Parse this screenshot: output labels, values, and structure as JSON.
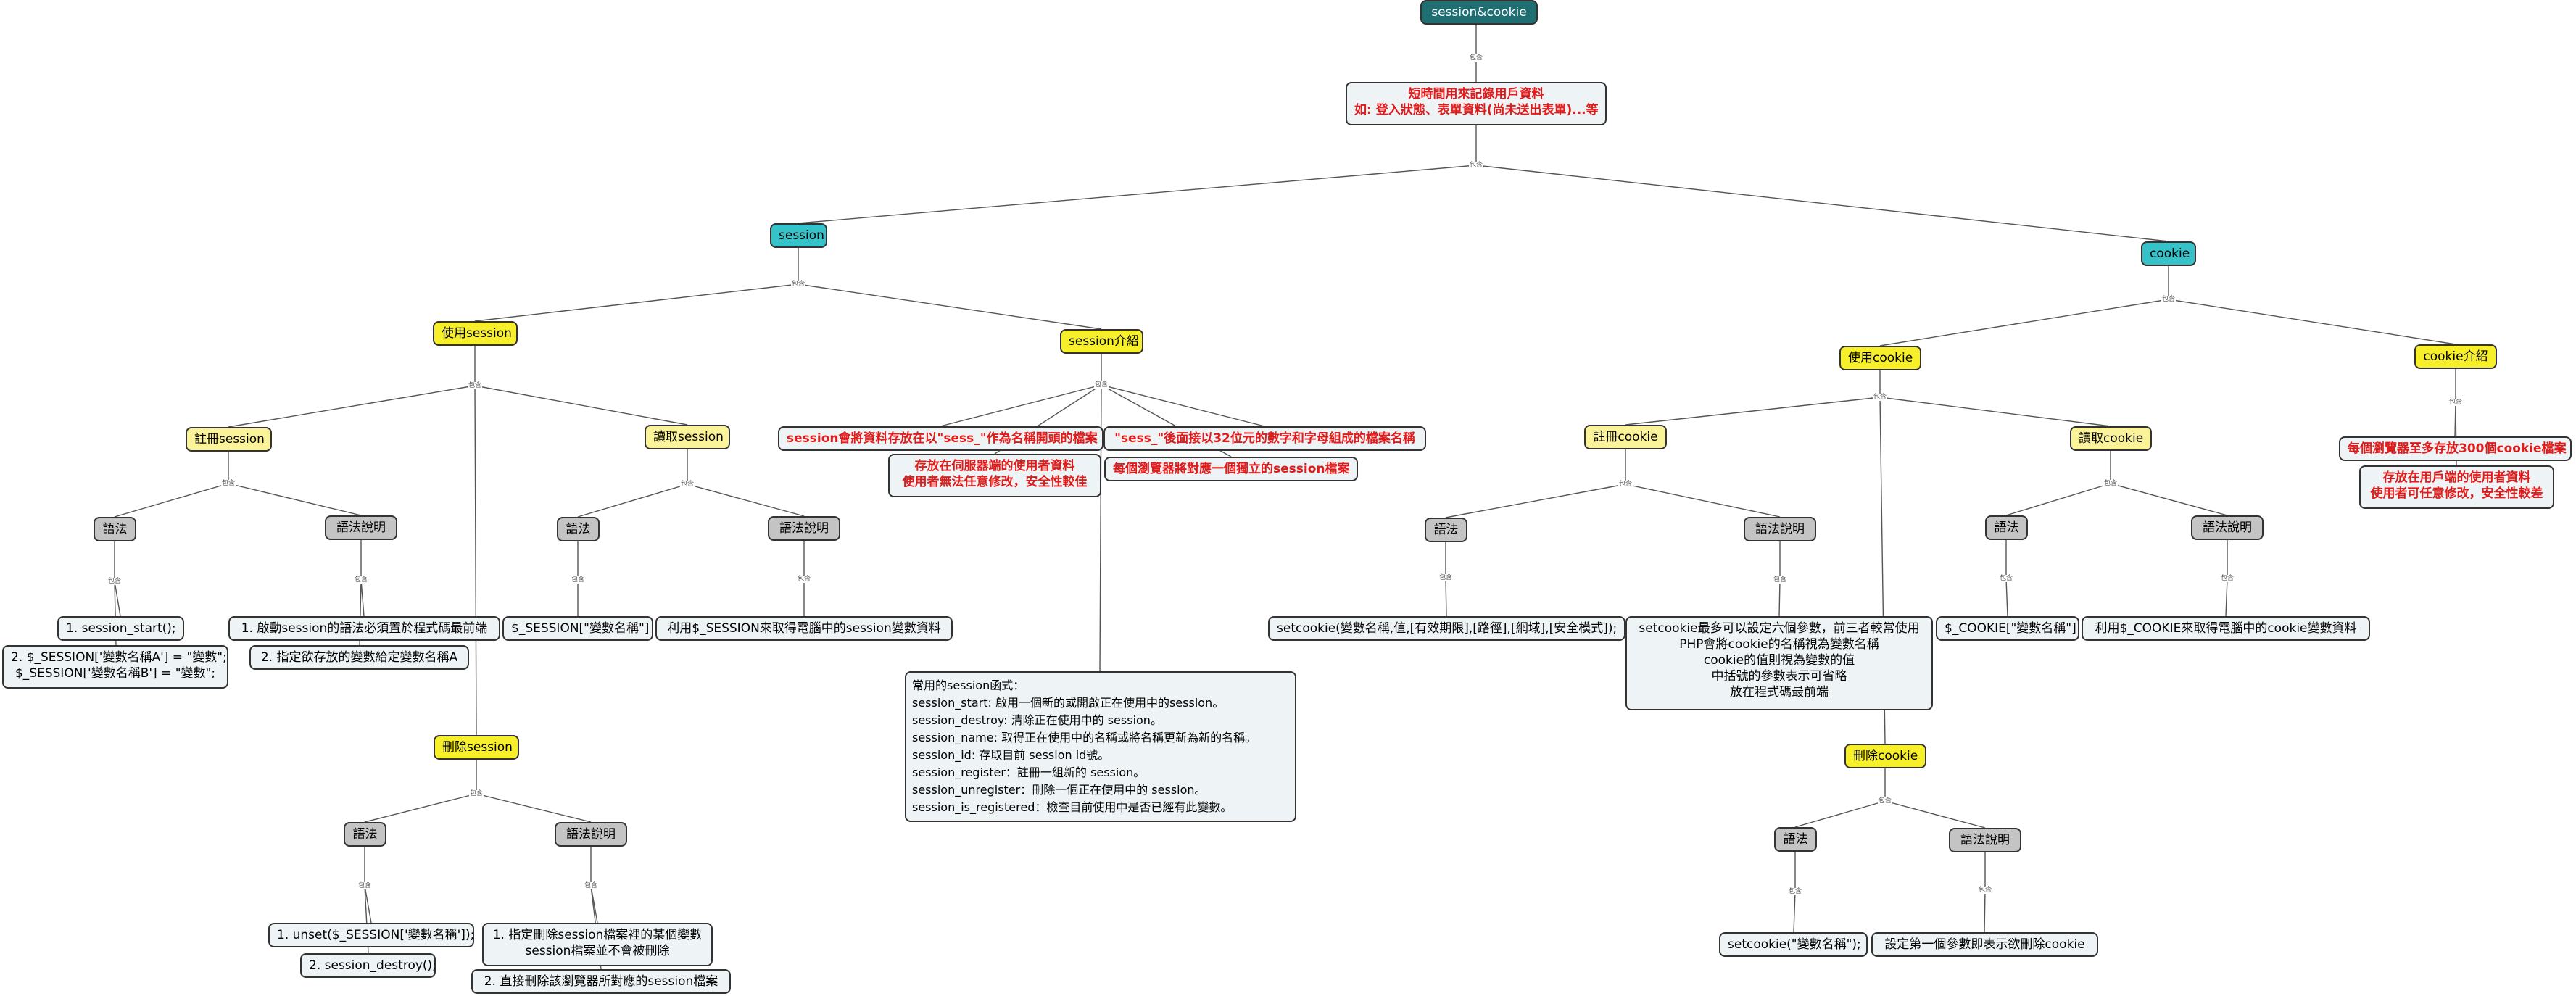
{
  "edge_label": "包含",
  "nodes": {
    "root": "session&cookie",
    "intro": [
      "短時間用來記錄用戶資料",
      "如: 登入狀態、表單資料(尚未送出表單)...等"
    ],
    "session": "session",
    "cookie": "cookie",
    "use_session": "使用session",
    "session_intro": "session介紹",
    "register_session": "註冊session",
    "read_session": "讀取session",
    "delete_session": "刪除session",
    "syntax": "語法",
    "syntax_desc": "語法說明",
    "reg_syntax_1": "1. session_start();",
    "reg_syntax_2": [
      "2. $_SESSION['變數名稱A'] = \"變數\";",
      "$_SESSION['變數名稱B'] = \"變數\";"
    ],
    "reg_desc_1": "1. 啟動session的語法必須置於程式碼最前端",
    "reg_desc_2": "2. 指定欲存放的變數給定變數名稱A",
    "read_syntax": "$_SESSION[\"變數名稱\"]",
    "read_desc": "利用$_SESSION來取得電腦中的session變數資料",
    "del_syntax_1": "1. unset($_SESSION['變數名稱']);",
    "del_syntax_2": "2. session_destroy();",
    "del_desc_1": [
      "1. 指定刪除session檔案裡的某個變數",
      "session檔案並不會被刪除"
    ],
    "del_desc_2": "2. 直接刪除該瀏覽器所對應的session檔案",
    "intro_a": "session會將資料存放在以\"sess_\"作為名稱開頭的檔案",
    "intro_b": "\"sess_\"後面接以32位元的數字和字母組成的檔案名稱",
    "intro_c": [
      "存放在伺服器端的使用者資料",
      "使用者無法任意修改，安全性較佳"
    ],
    "intro_d": "每個瀏覽器將對應一個獨立的session檔案",
    "common_funcs": [
      "常用的session函式：",
      "session_start: 啟用一個新的或開啟正在使用中的session。",
      "session_destroy: 清除正在使用中的 session。",
      "session_name: 取得正在使用中的名稱或將名稱更新為新的名稱。",
      "session_id: 存取目前 session id號。",
      "session_register：註冊一組新的 session。",
      "session_unregister：刪除一個正在使用中的 session。",
      "session_is_registered：檢查目前使用中是否已經有此變數。"
    ],
    "use_cookie": "使用cookie",
    "cookie_intro": "cookie介紹",
    "register_cookie": "註冊cookie",
    "read_cookie": "讀取cookie",
    "delete_cookie": "刪除cookie",
    "setcookie_syntax": "setcookie(變數名稱,值,[有效期限],[路徑],[網域],[安全模式]);",
    "setcookie_desc": [
      "setcookie最多可以設定六個參數，前三者較常使用",
      "PHP會將cookie的名稱視為變數名稱",
      "cookie的值則視為變數的值",
      "中括號的參數表示可省略",
      "放在程式碼最前端"
    ],
    "read_cookie_syntax": "$_COOKIE[\"變數名稱\"]",
    "read_cookie_desc": "利用$_COOKIE來取得電腦中的cookie變數資料",
    "del_cookie_syntax": "setcookie(\"變數名稱\");",
    "del_cookie_desc": "設定第一個參數即表示欲刪除cookie",
    "cookie_intro_a": "每個瀏覽器至多存放300個cookie檔案",
    "cookie_intro_b": [
      "存放在用戶端的使用者資料",
      "使用者可任意修改，安全性較差"
    ]
  }
}
